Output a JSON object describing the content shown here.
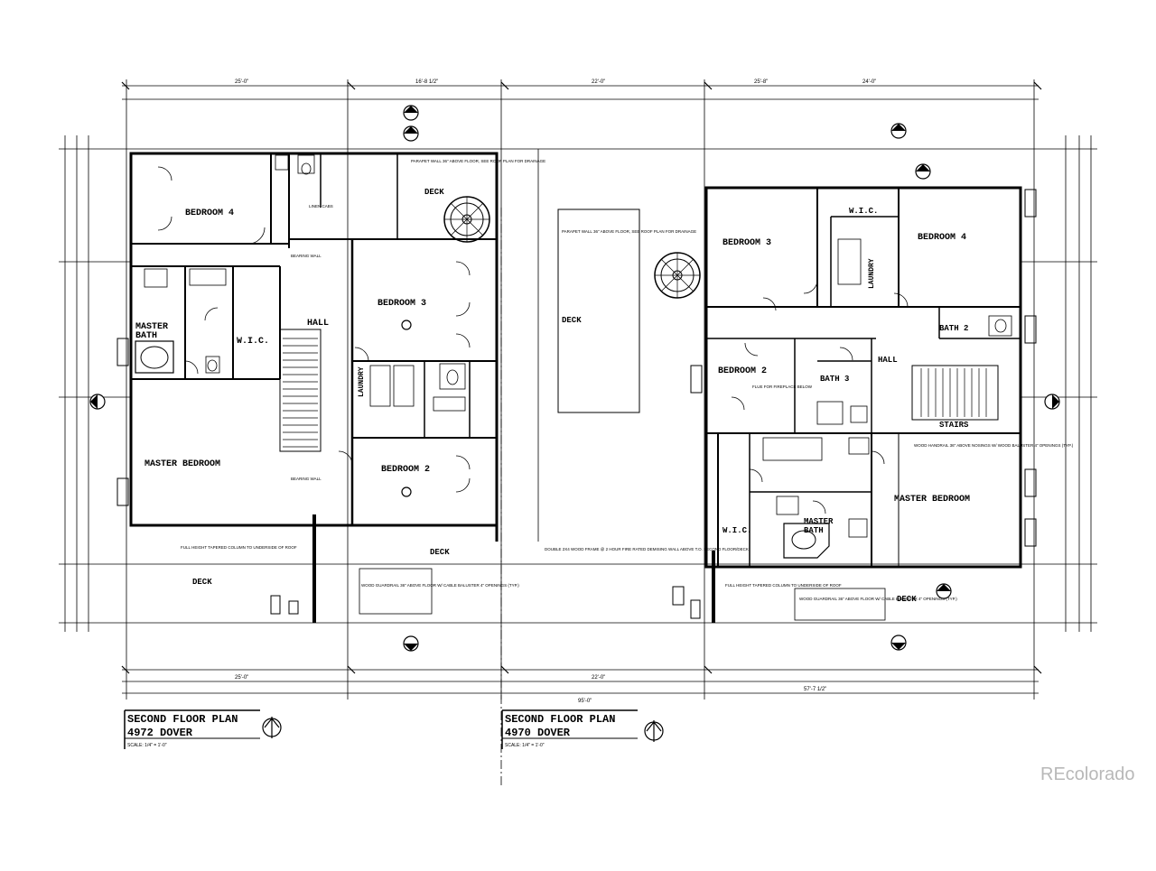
{
  "watermark": "REcolorado",
  "plans": [
    {
      "title": "SECOND FLOOR PLAN",
      "address": "4972 DOVER",
      "scale": "SCALE: 1/4\" = 1'-0\"",
      "rooms": {
        "bedroom4": "BEDROOM 4",
        "bedroom3": "BEDROOM 3",
        "bedroom2": "BEDROOM 2",
        "master_bedroom": "MASTER BEDROOM",
        "master_bath_1": "MASTER",
        "master_bath_2": "BATH",
        "wic": "W.I.C.",
        "hall": "HALL",
        "laundry": "LAUNDRY",
        "deck_top": "DECK",
        "deck_middle": "DECK",
        "deck_bottom_left": "DECK",
        "deck_bottom_right": "DECK"
      },
      "notes": {
        "parapet_top": "PARAPET WALL 36\" ABOVE FLOOR, SEE ROOF PLAN FOR DRAINAGE",
        "guardrail": "WOOD GUARDRAIL 36\" ABOVE FLOOR W/ CABLE BALUSTER 4\" OPENINGS (TYP.)",
        "column": "FULL HEIGHT TAPERED COLUMN TO UNDERSIDE OF ROOF",
        "linen": "LINEN CABS",
        "bearing1": "BEARING WALL",
        "bearing2": "BEARING WALL"
      }
    },
    {
      "title": "SECOND FLOOR PLAN",
      "address": "4970 DOVER",
      "scale": "SCALE: 1/4\" = 1'-0\"",
      "rooms": {
        "bedroom3": "BEDROOM 3",
        "bedroom4": "BEDROOM 4",
        "bedroom2": "BEDROOM 2",
        "wic_top": "W.I.C.",
        "laundry": "LAUNDRY",
        "bath2": "BATH 2",
        "bath3": "BATH 3",
        "hall": "HALL",
        "stairs": "STAIRS",
        "master_bedroom": "MASTER BEDROOM",
        "master_bath_1": "MASTER",
        "master_bath_2": "BATH",
        "wic": "W.I.C.",
        "deck": "DECK"
      },
      "notes": {
        "double_wall": "DOUBLE 2X4 WOOD FRAME @ 2 HOUR FIRE RATED DEMISING WALL ABOVE T.O. SECOND FLOOR/DECK",
        "column": "FULL HEIGHT TAPERED COLUMN TO UNDERSIDE OF ROOF",
        "flue": "FLUE FOR FIREPLACE BELOW",
        "parapet_mid": "PARAPET WALL 36\" ABOVE FLOOR, SEE ROOF PLAN FOR DRAINAGE",
        "guardrail": "WOOD GUARDRAIL 36\" ABOVE FLOOR W/ CABLE BALUSTER 4\" OPENINGS (TYP.)",
        "handrail": "WOOD HANDRAIL 36\" ABOVE NOSINGS W/ WOOD BALUSTER 4\" OPENINGS (TYP.)"
      }
    }
  ],
  "shared_deck": "DECK",
  "dimensions": {
    "top_left_1": "25'-0\"",
    "top_left_2": "16'-8 1/2\"",
    "top_mid": "22'-0\"",
    "top_right_1": "25'-8\"",
    "top_right_2": "24'-0\"",
    "bottom_left": "25'-0\"",
    "bottom_mid": "22'-0\"",
    "bottom_right": "57'-7 1/2\"",
    "overall_bottom": "95'-0\""
  },
  "colors": {
    "ink": "#000000",
    "paper": "#ffffff",
    "watermark": "#b8b8b8"
  }
}
